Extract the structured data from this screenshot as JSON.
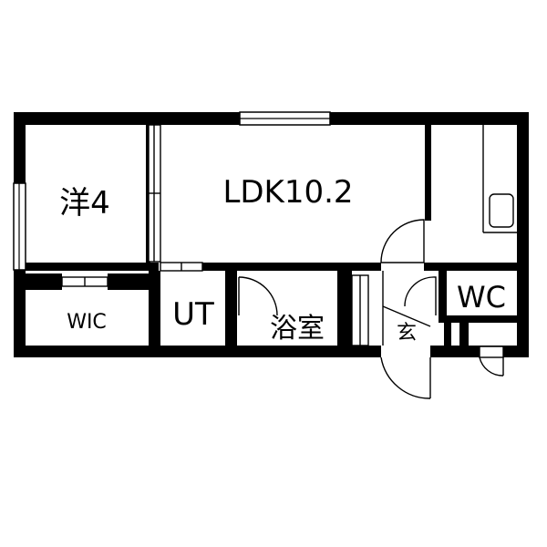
{
  "colors": {
    "wall": "#000000",
    "background": "#ffffff"
  },
  "rooms": {
    "western": "洋4",
    "ldk": "LDK10.2",
    "wic": "WIC",
    "ut": "UT",
    "bath": "浴室",
    "entrance": "玄",
    "wc": "WC"
  }
}
